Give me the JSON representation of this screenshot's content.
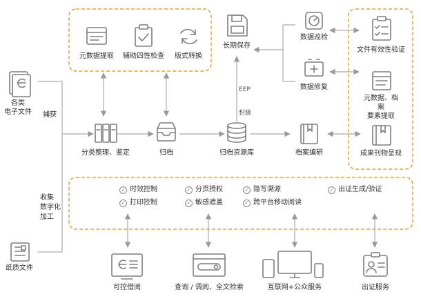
{
  "colors": {
    "orange": "#e8a02c",
    "gray": "#999999",
    "icon": "#7f7f7f",
    "line": "#aaaaaa"
  },
  "sources": {
    "electronic": "各类\n电子文件",
    "paper": "纸质文件"
  },
  "side_labels": {
    "capture": "捕获",
    "digitize": "收集\n数字化\n加工",
    "eep": "EEP",
    "package": "封装"
  },
  "top_tools": [
    {
      "icon": "window-icon",
      "label": "元数据提取"
    },
    {
      "icon": "clipboard-check-icon",
      "label": "辅助四性检查"
    },
    {
      "icon": "refresh-icon",
      "label": "版式转换"
    }
  ],
  "flow": [
    {
      "icon": "binders-icon",
      "label": "分类整理、鉴定"
    },
    {
      "icon": "inbox-tray-icon",
      "label": "归档"
    },
    {
      "icon": "database-icon",
      "label": "归档资源库"
    },
    {
      "icon": "book-icon",
      "label": "档案编研"
    }
  ],
  "storage": {
    "icon": "floppy-disk-icon",
    "label": "长期保存"
  },
  "maintenance": [
    {
      "icon": "gauge-icon",
      "label": "数据巡检"
    },
    {
      "icon": "battery-repair-icon",
      "label": "数据修复"
    }
  ],
  "right_tools": [
    {
      "icon": "checklist-icon",
      "label": "文件有效性验证"
    },
    {
      "icon": "document-lines-icon",
      "label": "元数据、档案\n要素提取"
    },
    {
      "icon": "publication-icon",
      "label": "成果刊物呈现"
    }
  ],
  "features": [
    "时效控制",
    "分页授权",
    "隐写溯源",
    "出证生成/验证",
    "打印控制",
    "敏感遮盖",
    "跨平台移动阅读"
  ],
  "services": [
    {
      "icon": "monitor-e-icon",
      "label": "可控借阅"
    },
    {
      "icon": "search-window-icon",
      "label": "查询 / 调阅、全文检索"
    },
    {
      "icon": "devices-icon",
      "label": "互联网+公众服务"
    },
    {
      "icon": "id-card-icon",
      "label": "出证服务"
    }
  ]
}
